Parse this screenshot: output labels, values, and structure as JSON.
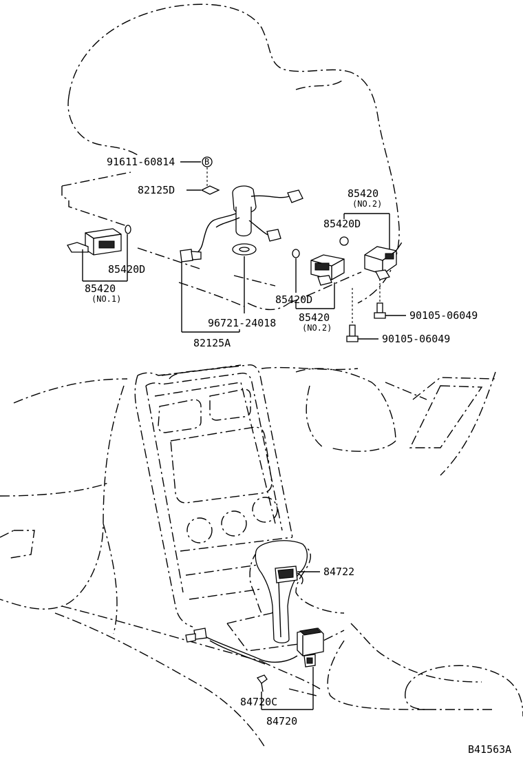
{
  "callouts": {
    "bolt_91611": "91611-60814",
    "b_marker": "B",
    "clip_82125d": "82125D",
    "sensor_85420_no2_top": "85420",
    "sensor_85420_no2_top_sub": "(NO.2)",
    "pad_85420d_right": "85420D",
    "pad_85420d_left": "85420D",
    "sensor_85420_no1": "85420",
    "sensor_85420_no1_sub": "(NO.1)",
    "pad_85420d_mid": "85420D",
    "sensor_85420_no2_mid": "85420",
    "sensor_85420_no2_mid_sub": "(NO.2)",
    "bolt_90105_upper": "90105-06049",
    "bolt_90105_lower": "90105-06049",
    "grommet_96721": "96721-24018",
    "harness_82125a": "82125A",
    "switch_84722": "84722",
    "clip_84720c": "84720C",
    "switch_84720": "84720",
    "figure_code": "B41563A"
  }
}
